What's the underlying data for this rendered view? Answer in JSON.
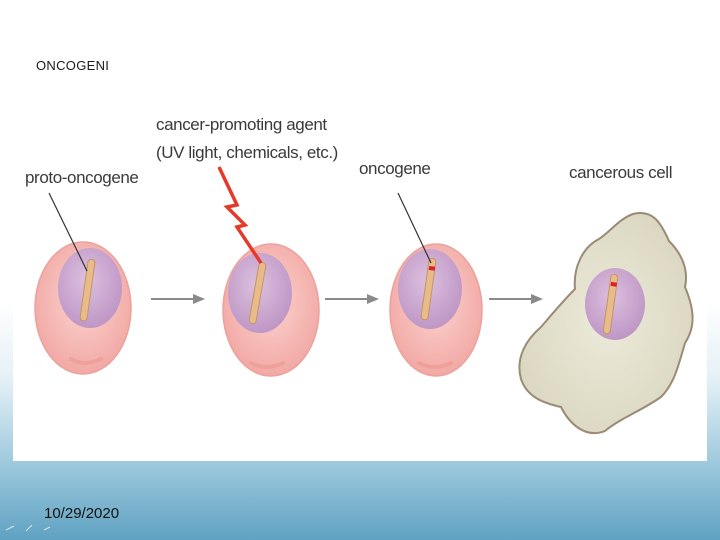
{
  "slide": {
    "title": "ONCOGENI",
    "date": "10/29/2020"
  },
  "diagram": {
    "labels": {
      "proto_oncogene": "proto-oncogene",
      "agent_line1": "cancer-promoting agent",
      "agent_line2": "(UV light, chemicals, etc.)",
      "oncogene": "oncogene",
      "cancerous_cell": "cancerous cell"
    },
    "colors": {
      "cell": "#f6b7b3",
      "nucleus": "#c9a3cf",
      "chromosome": "#e8bb8a",
      "lightning": "#e53a2a",
      "mutation": "#d8232a",
      "arrow": "#8a8a8a",
      "cancer_cell": "#e6e3d4"
    }
  }
}
